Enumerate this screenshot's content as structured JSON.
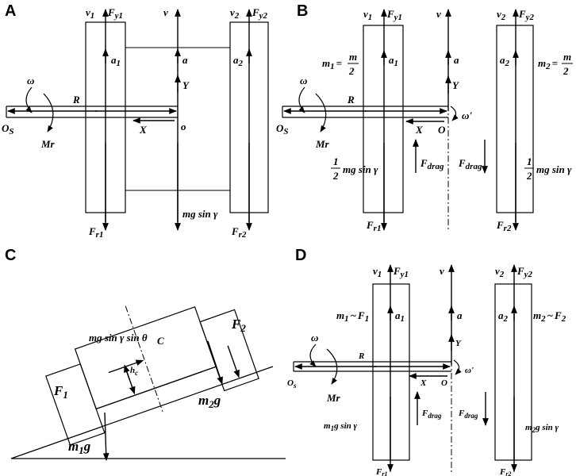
{
  "panels": {
    "A": "A",
    "B": "B",
    "C": "C",
    "D": "D"
  },
  "a": {
    "v1": "v",
    "v1_sub": "1",
    "Fy1": "F",
    "Fy1_sub": "y1",
    "v": "v",
    "v2": "v",
    "v2_sub": "2",
    "Fy2": "F",
    "Fy2_sub": "y2",
    "a1": "a",
    "a1_sub": "1",
    "a": "a",
    "a2": "a",
    "a2_sub": "2",
    "Y": "Y",
    "R": "R",
    "omega": "ω",
    "Os": "O",
    "Os_sub": "S",
    "X": "X",
    "O": "o",
    "Mr": "Mr",
    "Fr1": "F",
    "Fr1_sub": "r1",
    "Fr2": "F",
    "Fr2_sub": "r2",
    "mg": "mg sin γ"
  },
  "b": {
    "v1": "v",
    "v1_sub": "1",
    "Fy1": "F",
    "Fy1_sub": "y1",
    "v": "v",
    "v2": "v",
    "v2_sub": "2",
    "Fy2": "F",
    "Fy2_sub": "y2",
    "m1": "m",
    "m1_sub": "1",
    "eq": "=",
    "m_num": "m",
    "two": "2",
    "m2": "m",
    "m2_sub": "2",
    "a1": "a",
    "a1_sub": "1",
    "a": "a",
    "a2": "a",
    "a2_sub": "2",
    "Y": "Y",
    "R": "R",
    "omega": "ω",
    "omega_p": "ω'",
    "Os": "O",
    "Os_sub": "S",
    "X": "X",
    "O": "O",
    "Mr": "Mr",
    "Fdrag": "F",
    "Fdrag_sub": "drag",
    "half": "1",
    "mg": "mg sin γ",
    "Fr1": "F",
    "Fr1_sub": "r1",
    "Fr2": "F",
    "Fr2_sub": "r2"
  },
  "c": {
    "F1": "F",
    "F1_sub": "1",
    "F2": "F",
    "F2_sub": "2",
    "mgsin": "mg sin γ sin θ",
    "C": "C",
    "hc": "h",
    "hc_sub": "c",
    "m1g": "m",
    "m1g_sub": "1",
    "m1g_g": "g",
    "m2g": "m",
    "m2g_sub": "2",
    "m2g_g": "g"
  },
  "d": {
    "v1": "v",
    "v1_sub": "1",
    "Fy1": "F",
    "Fy1_sub": "y1",
    "v": "v",
    "v2": "v",
    "v2_sub": "2",
    "Fy2": "F",
    "Fy2_sub": "y2",
    "m1F1": "m",
    "m1F1_sub": "1",
    "tilde": "~",
    "F1": "F",
    "F1_sub": "1",
    "m2F2": "m",
    "m2F2_sub": "2",
    "F2": "F",
    "F2_sub": "2",
    "a1": "a",
    "a1_sub": "1",
    "a": "a",
    "a2": "a",
    "a2_sub": "2",
    "Y": "Y",
    "R": "R",
    "omega": "ω",
    "omega_p": "ω'",
    "Os": "O",
    "Os_sub": "s",
    "X": "X",
    "O": "O",
    "Mr": "Mr",
    "Fdrag": "F",
    "Fdrag_sub": "drag",
    "m1g": "m",
    "m1g_sub": "1",
    "m1g_rest": "g sin γ",
    "m2g": "m",
    "m2g_sub": "2",
    "m2g_rest": "g sin γ",
    "Fr1": "F",
    "Fr1_sub": "r1",
    "Fr2": "F",
    "Fr2_sub": "r2"
  }
}
